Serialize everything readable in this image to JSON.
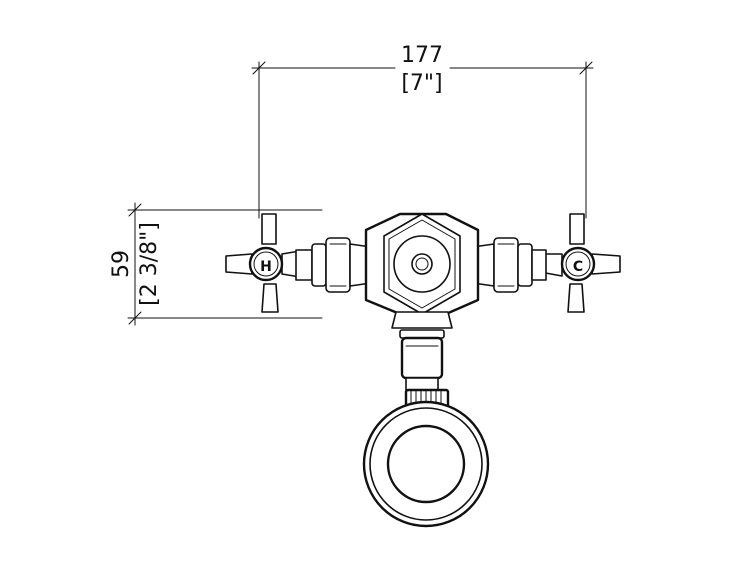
{
  "dimensions": {
    "width_mm": "177",
    "width_in": "[7\"]",
    "height_mm": "59",
    "height_in": "[2 3/8\"]"
  },
  "handles": {
    "hot_mark": "H",
    "cold_mark": "C"
  },
  "colors": {
    "line": "#111111",
    "background": "#ffffff"
  }
}
